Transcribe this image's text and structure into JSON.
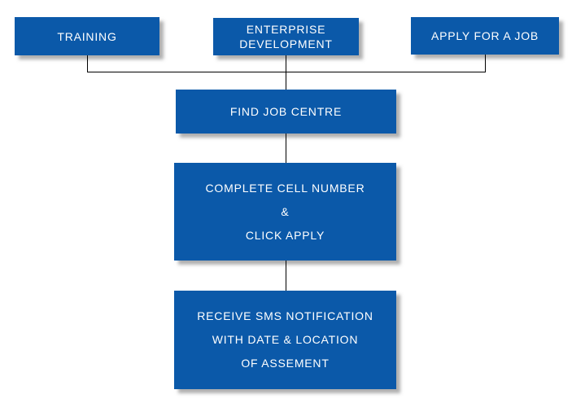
{
  "diagram": {
    "background_color": "#ffffff",
    "node_fill_color": "#0b59a9",
    "node_text_color": "#ffffff",
    "connector_color": "#000000",
    "nodes": {
      "training": {
        "label": "TRAINING"
      },
      "enterprise": {
        "lines": [
          "ENTERPRISE",
          "DEVELOPMENT"
        ]
      },
      "apply_job": {
        "label": "APPLY FOR A JOB"
      },
      "find_centre": {
        "label": "FIND JOB CENTRE"
      },
      "complete_cell": {
        "lines": [
          "COMPLETE CELL NUMBER",
          "&",
          "CLICK APPLY"
        ]
      },
      "receive_sms": {
        "lines": [
          "RECEIVE SMS NOTIFICATION",
          "WITH DATE & LOCATION",
          "OF ASSEMENT"
        ]
      }
    }
  }
}
